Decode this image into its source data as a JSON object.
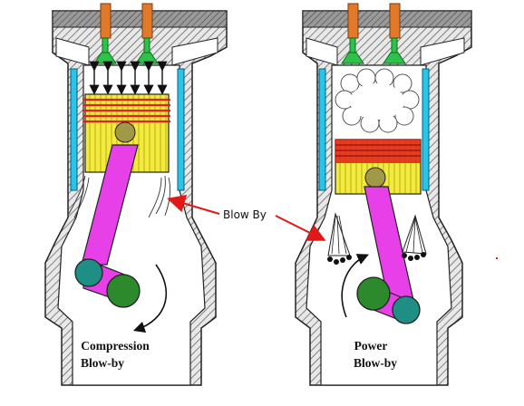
{
  "diagrams": [
    {
      "caption_line1": "Compression",
      "caption_line2": "Blow-by"
    },
    {
      "caption_line1": "Power",
      "caption_line2": "Blow-by"
    }
  ],
  "callout": {
    "label": "Blow By"
  },
  "colors": {
    "cylinder_hatch": "#6a6a6a",
    "coolant": "#29c4e8",
    "valve_stem": "#e07a2a",
    "valve_head": "#2ec24a",
    "piston": "#f2ea3c",
    "piston_rings": "#e0201c",
    "connecting_rod": "#e840e8",
    "crank_pin": "#1f8f86",
    "crank_main": "#2c8a2c",
    "arrow_callout": "#e01818"
  }
}
